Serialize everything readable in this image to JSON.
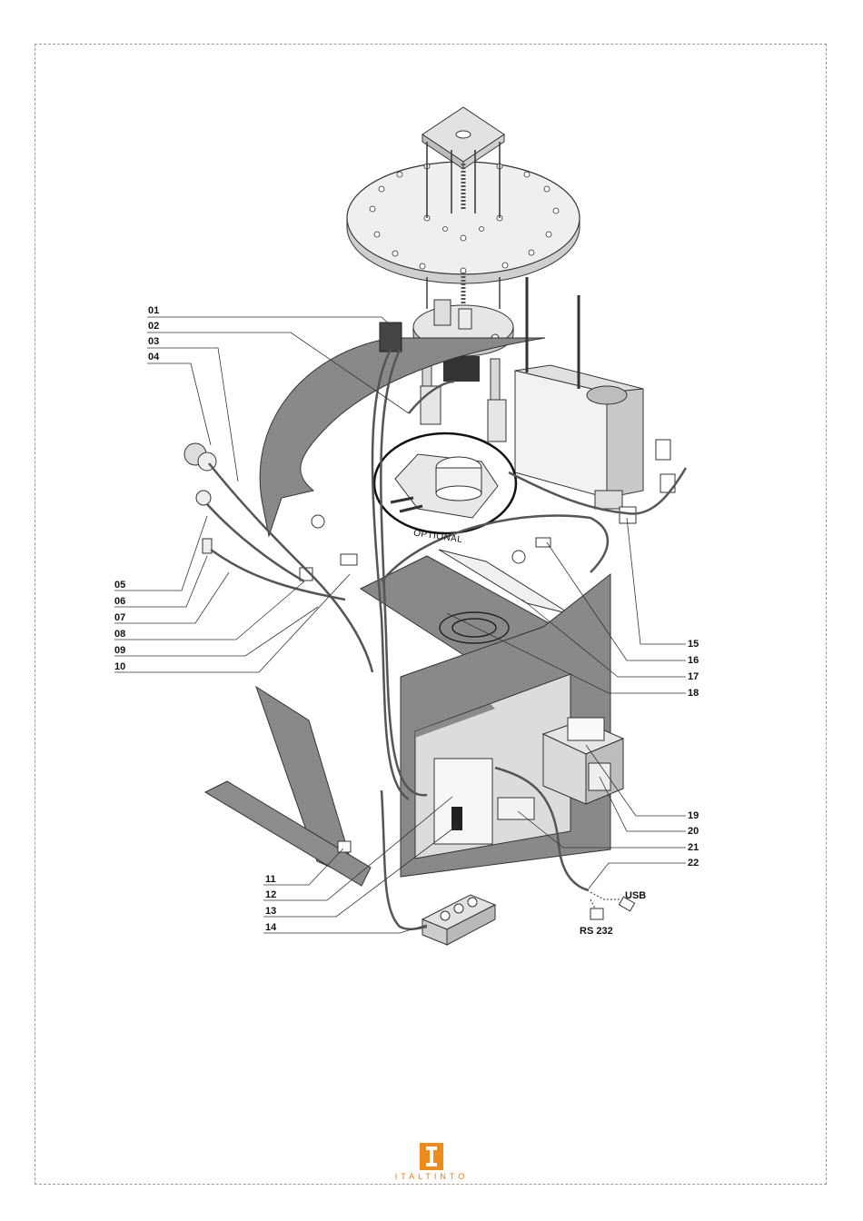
{
  "callouts_left": [
    "01",
    "02",
    "03",
    "04",
    "05",
    "06",
    "07",
    "08",
    "09",
    "10",
    "11",
    "12",
    "13",
    "14"
  ],
  "callouts_right": [
    "15",
    "16",
    "17",
    "18",
    "19",
    "20",
    "21",
    "22"
  ],
  "labels": {
    "optional": "OPTIONAL",
    "usb": "USB",
    "rs232": "RS 232"
  },
  "brand": {
    "name": "ITALTINTO",
    "color": "#ef8a1f"
  }
}
